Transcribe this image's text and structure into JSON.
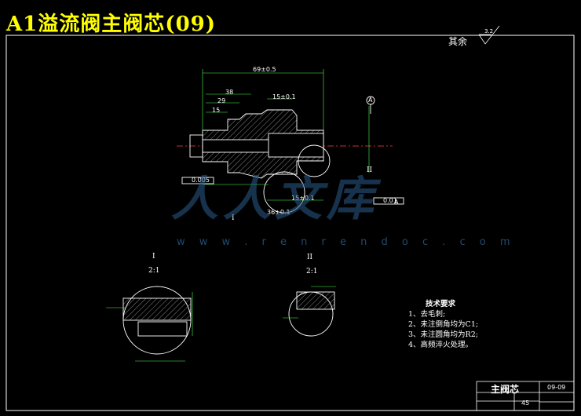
{
  "title": "A1溢流阀主阀芯(09)",
  "surface_finish": {
    "label": "其余",
    "value": "3.2"
  },
  "datum": "A",
  "section_marks": {
    "main_I": "I",
    "main_II": "II",
    "view_I_label": "I",
    "view_I_scale": "2:1",
    "view_II_label": "II",
    "view_II_scale": "2:1"
  },
  "dimensions": {
    "overall_length": "69±0.5",
    "d1": "38",
    "d2": "29",
    "d3": "15",
    "d4": "15±0.1",
    "d5": "36±0.1",
    "d6": "15±0.1",
    "tol_left": "0.005",
    "tol_right": "0.01"
  },
  "watermark": {
    "text": "人人文库",
    "url": "w w w . r e n r e n d o c . c o m"
  },
  "tech_requirements": {
    "heading": "技术要求",
    "items": [
      "1、去毛刺;",
      "2、未注倒角均为C1;",
      "3、未注圆角均为R2;",
      "4、高频淬火处理。"
    ]
  },
  "title_block": {
    "part_name": "主阀芯",
    "drawing_no": "09-09",
    "material": "45"
  }
}
